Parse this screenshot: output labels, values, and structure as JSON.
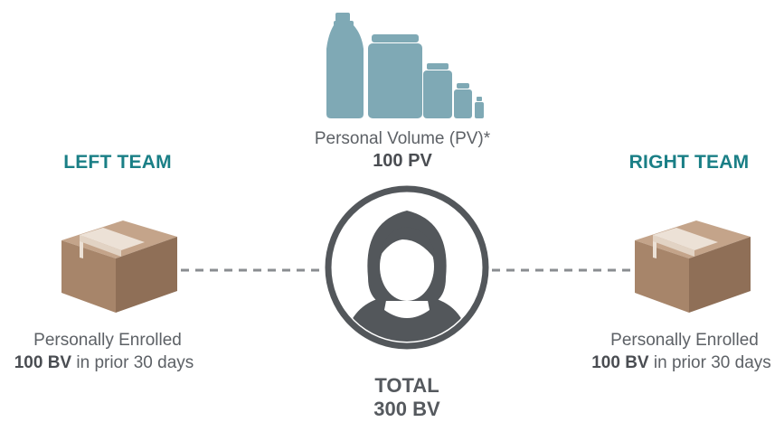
{
  "center": {
    "pv_label": "Personal Volume (PV)*",
    "pv_value": "100 PV",
    "total_label": "TOTAL",
    "total_value": "300 BV"
  },
  "left": {
    "title": "LEFT TEAM",
    "line1": "Personally Enrolled",
    "bv": "100 BV",
    "suffix": " in prior 30 days"
  },
  "right": {
    "title": "RIGHT TEAM",
    "line1": "Personally Enrolled",
    "bv": "100 BV",
    "suffix": " in prior 30 days"
  },
  "colors": {
    "team_title": "#1a7f86",
    "bottles": "#7fa9b5",
    "box_top": "#c4a48a",
    "box_front": "#a7856a",
    "box_side": "#8f6f57",
    "tape": "#ece1d6",
    "person": "#53575b",
    "dashed": "#8a8d91"
  },
  "icons": {
    "products": "bottles-icon",
    "left_box": "package-box-icon",
    "right_box": "package-box-icon",
    "person": "person-avatar-icon"
  }
}
